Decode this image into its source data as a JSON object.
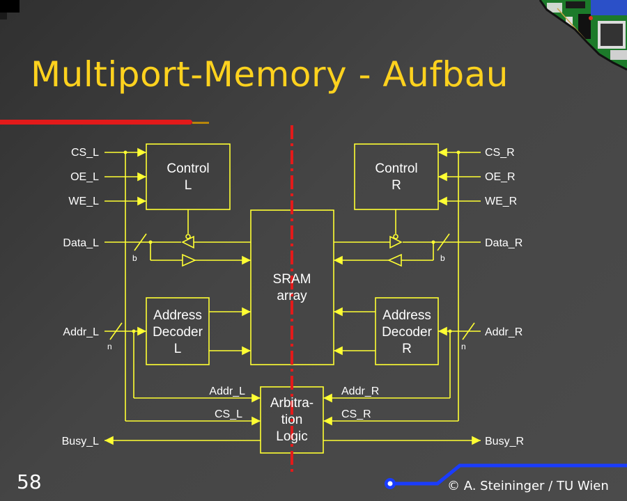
{
  "slide": {
    "title": "Multiport-Memory - Aufbau",
    "number": "58",
    "copyright": "© A. Steininger / TU Wien"
  },
  "diagram": {
    "left_signals": {
      "cs": "CS_L",
      "oe": "OE_L",
      "we": "WE_L",
      "data": "Data_L",
      "addr": "Addr_L",
      "busy": "Busy_L"
    },
    "right_signals": {
      "cs": "CS_R",
      "oe": "OE_R",
      "we": "WE_R",
      "data": "Data_R",
      "addr": "Addr_R",
      "busy": "Busy_R"
    },
    "bus_widths": {
      "data": "b",
      "addr": "n"
    },
    "blocks": {
      "control_left": [
        "Control",
        "L"
      ],
      "control_right": [
        "Control",
        "R"
      ],
      "sram": [
        "SRAM",
        "array"
      ],
      "decoder_left": [
        "Address",
        "Decoder",
        "L"
      ],
      "decoder_right": [
        "Address",
        "Decoder",
        "R"
      ],
      "arbitration": [
        "Arbitra-",
        "tion",
        "Logic"
      ]
    },
    "arbiter_inputs": {
      "addr_left": "Addr_L",
      "cs_left": "CS_L",
      "addr_right": "Addr_R",
      "cs_right": "CS_R"
    }
  },
  "colors": {
    "title": "#ffd21e",
    "diagram_lines": "#ffff33",
    "divider": "#e31a1a",
    "accent_blue": "#1a3cff"
  }
}
